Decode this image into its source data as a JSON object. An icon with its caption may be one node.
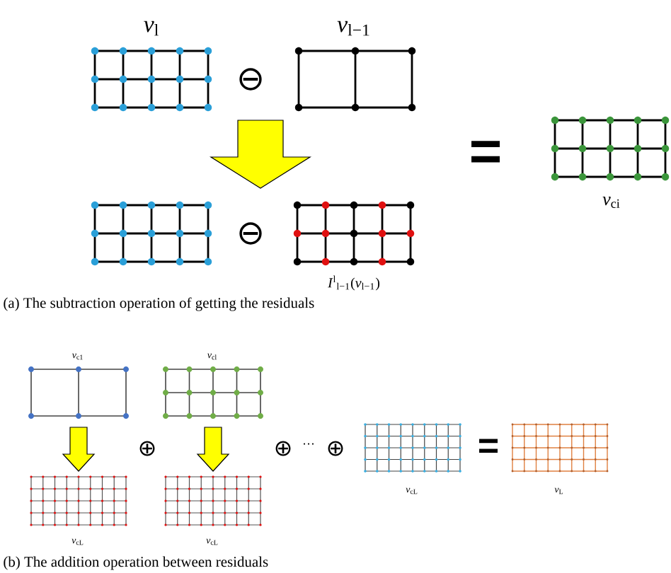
{
  "diagram": {
    "nodes": [
      {
        "text": [],
        "shape": "grid",
        "beside": [
          "*v*$_{l}$"
        ]
      },
      {
        "text": [],
        "shape": "grid",
        "beside": [
          "*v*$_{l−1}$"
        ]
      },
      {
        "text": [],
        "shape": "grid"
      },
      {
        "text": [],
        "shape": "grid",
        "beside": [
          "*I*$^{l}$$_{l−1}$(*v*$_{l−1}$)"
        ]
      },
      {
        "text": [],
        "shape": "grid",
        "beside": [
          "*v*$_{ci}$"
        ]
      },
      {
        "text": [],
        "shape": "grid",
        "beside": [
          "*v*$_{c1}$"
        ]
      },
      {
        "text": [],
        "shape": "grid",
        "beside": [
          "*v*$_{cl}$"
        ]
      },
      {
        "text": [],
        "shape": "grid",
        "beside": [
          "*v*$_{cL}$"
        ]
      },
      {
        "text": [],
        "shape": "grid",
        "beside": [
          "*v*$_{cL}$"
        ]
      },
      {
        "text": [],
        "shape": "grid",
        "beside": [
          "*v*$_{cL}$"
        ]
      },
      {
        "text": [],
        "shape": "grid",
        "beside": [
          "*v*$_{L}$"
        ]
      }
    ],
    "edges": [
      {
        "from": 1,
        "to": 3,
        "arrow": "to"
      },
      {
        "from": 5,
        "to": 7,
        "arrow": "to"
      },
      {
        "from": 6,
        "to": 8,
        "arrow": "to"
      }
    ],
    "labels": [
      "⊖",
      "=",
      "⊖",
      "(a) The subtraction operation of getting the residuals",
      "⊕",
      "⊕",
      "···",
      "⊕",
      "=",
      "(b) The addition operation between residuals"
    ]
  }
}
